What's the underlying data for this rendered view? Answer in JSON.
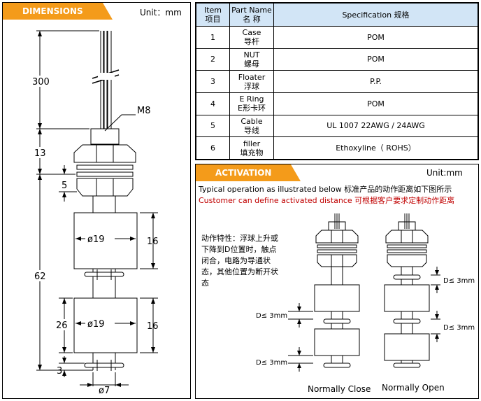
{
  "dimensions": {
    "tag": "DIMENSIONS",
    "unit": "Unit：mm",
    "labels": {
      "len300": "300",
      "m8": "M8",
      "len13": "13",
      "len5": "5",
      "dia19_upper": "ø19",
      "h16_upper": "16",
      "len62": "62",
      "len26": "26",
      "dia19_lower": "ø19",
      "h16_lower": "16",
      "len3": "3",
      "dia7": "ø7"
    }
  },
  "spec_table": {
    "headers": {
      "item": "Item",
      "item_cn": "项目",
      "part": "Part Name",
      "part_cn": "名 称",
      "spec": "Specification    规格"
    },
    "rows": [
      {
        "no": "1",
        "name": "Case",
        "name_cn": "导杆",
        "spec": "POM"
      },
      {
        "no": "2",
        "name": "NUT",
        "name_cn": "螺母",
        "spec": "POM"
      },
      {
        "no": "3",
        "name": "Floater",
        "name_cn": "浮球",
        "spec": "P.P."
      },
      {
        "no": "4",
        "name": "E Ring",
        "name_cn": "E形卡环",
        "spec": "POM"
      },
      {
        "no": "5",
        "name": "Cable",
        "name_cn": "导线",
        "spec": "UL 1007  22AWG / 24AWG"
      },
      {
        "no": "6",
        "name": "filler",
        "name_cn": "填充物",
        "spec": "Ethoxyline（ ROHS）"
      }
    ]
  },
  "activation": {
    "tag": "ACTIVATION",
    "unit": "Unit:mm",
    "line1": "Typical operation as illustrated below  标准产品的动作距离如下图所示",
    "line2": "Customer can define activated distance 可根据客户要求定制动作距离",
    "note": "动作特性：浮球上升或下降到D位置时，触点闭合，电路为导通状态，其他位置为断开状态",
    "d_label": "D≤ 3mm",
    "nc_caption": "Normally Close",
    "no_caption": "Normally Open"
  }
}
